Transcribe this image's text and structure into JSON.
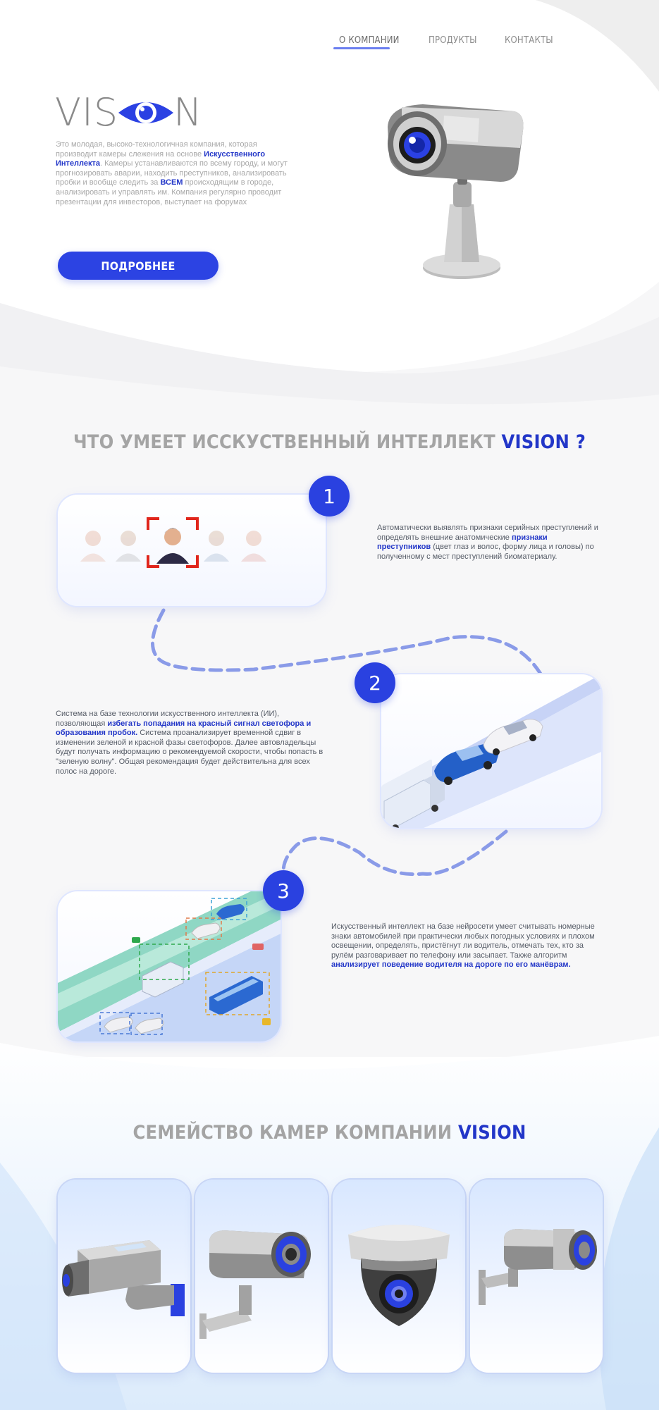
{
  "nav": {
    "items": [
      {
        "label": "О КОМПАНИИ",
        "active": true
      },
      {
        "label": "ПРОДУКТЫ",
        "active": false
      },
      {
        "label": "КОНТАКТЫ",
        "active": false
      }
    ]
  },
  "hero": {
    "logo_left": "VIS",
    "logo_right": "N",
    "description_1": "Это молодая, высоко-технологичная компания, которая производит камеры слежения на основе",
    "description_hl_1": "Искусственного Интеллекта",
    "description_2": ". Камеры устанавливаются по всему городу, и могут прогнозировать аварии, находить преступников, анализировать пробки и вообще следить за",
    "description_hl_2": "ВСЕМ",
    "description_3": "происходящим в городе, анализировать и управлять им. Компания регулярно проводит презентации для инвесторов, выступает на форумах",
    "button_label": "ПОДРОБНЕЕ"
  },
  "features": {
    "title_prefix": "ЧТО УМЕЕТ ИССКУСТВЕННЫЙ ИНТЕЛЛЕКТ",
    "title_brand": "VISION ?",
    "items": [
      {
        "number": "1",
        "text_1": "Автоматически выявлять признаки серийных преступлений и определять внешние анатомические",
        "text_hl": "признаки преступников",
        "text_2": "(цвет глаз и волос, форму лица и головы) по полученному с мест преступлений биоматериалу."
      },
      {
        "number": "2",
        "text_1": "Система на базе технологии искусственного интеллекта (ИИ), позволяющая",
        "text_hl": "избегать попадания на красный сигнал светофора и образования пробок.",
        "text_2": "Система проанализирует временной сдвиг в изменении зеленой и красной фазы светофоров. Далее автовладельцы будут получать информацию о рекомендуемой скорости, чтобы попасть в \"зеленую волну\". Общая рекомендация будет действительна для всех полос на дороге."
      },
      {
        "number": "3",
        "text_1": "Искусственный интеллект на базе нейросети умеет считывать номерные знаки автомобилей при практически любых погодных условиях и плохом освещении, определять, пристёгнут ли водитель, отмечать тех, кто за рулём разговаривает по телефону или засыпает. Также алгоритм",
        "text_hl": "анализирует поведение водителя на дороге по его манёврам.",
        "text_2": ""
      }
    ]
  },
  "products": {
    "title_prefix": "СЕМЕЙСТВО КАМЕР КОМПАНИИ",
    "title_brand": "VISION"
  },
  "colors": {
    "accent": "#2c43e3",
    "brand_text": "#2236c8",
    "heading_gray": "#a4a4a4",
    "body_text": "#555b66",
    "path_dash": "#8a9be8"
  },
  "icons": [
    "eye-logo-icon",
    "camera-illustration",
    "face-recognition-icon",
    "traffic-illustration",
    "road-detection-illustration"
  ]
}
